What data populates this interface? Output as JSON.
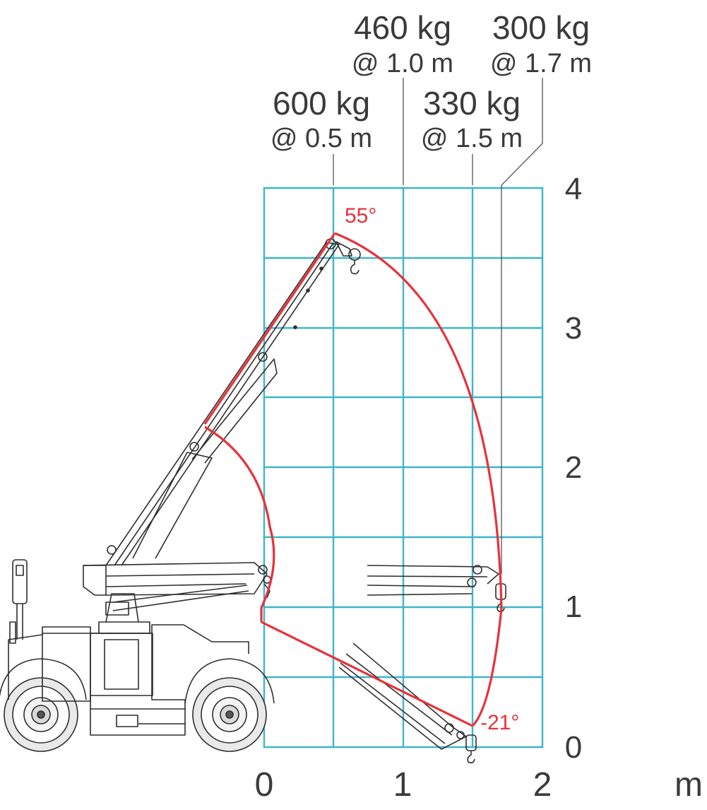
{
  "load_labels": [
    {
      "load": "460 kg",
      "radius": "@ 1.0 m"
    },
    {
      "load": "300 kg",
      "radius": "@ 1.7 m"
    },
    {
      "load": "600 kg",
      "radius": "@ 0.5 m"
    },
    {
      "load": "330 kg",
      "radius": "@ 1.5 m"
    }
  ],
  "x_ticks": [
    "0",
    "1",
    "2"
  ],
  "x_unit": "m",
  "y_ticks": [
    "0",
    "1",
    "2",
    "3",
    "4"
  ],
  "angles": {
    "max": "55°",
    "min": "-21°"
  },
  "colors": {
    "grid": "#3fb6c8",
    "envelope": "#e8313a",
    "ink": "#3a3a3a",
    "crane": "#2e2e2e"
  },
  "chart_data": {
    "type": "diagram",
    "x_range_m": [
      0,
      2
    ],
    "y_range_m": [
      0,
      4
    ],
    "load_chart": [
      {
        "load_kg": 600,
        "radius_m": 0.5
      },
      {
        "load_kg": 460,
        "radius_m": 1.0
      },
      {
        "load_kg": 330,
        "radius_m": 1.5
      },
      {
        "load_kg": 300,
        "radius_m": 1.7
      }
    ],
    "boom_angle_range_deg": [
      -21,
      55
    ]
  }
}
